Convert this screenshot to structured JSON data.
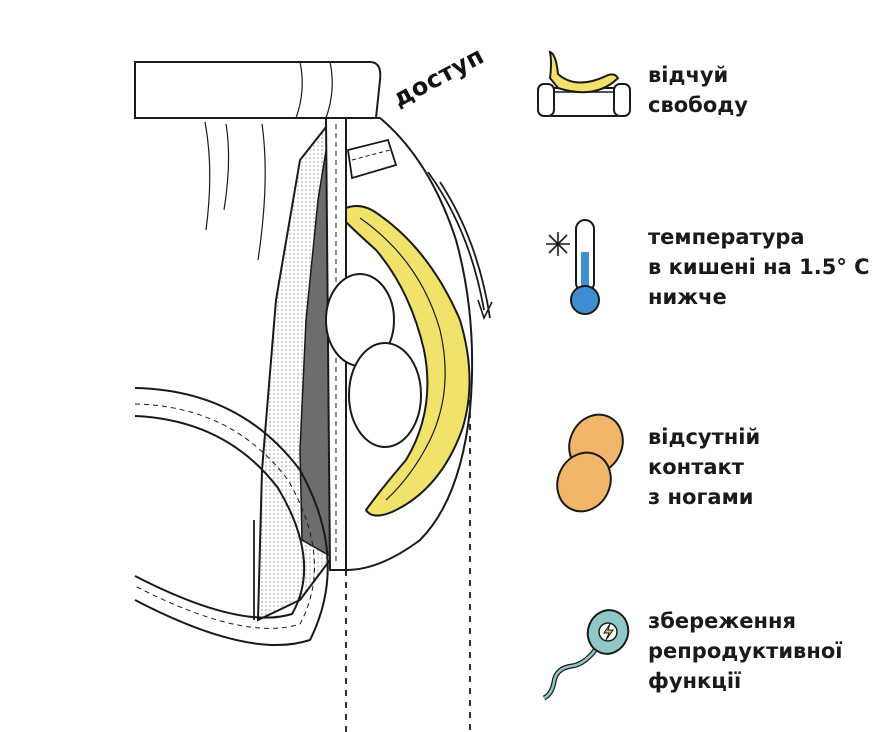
{
  "access_label": "доступ",
  "features": [
    {
      "icon": "banana-sofa-icon",
      "lines": [
        "відчуй",
        "свободу"
      ]
    },
    {
      "icon": "thermometer-snowflake-icon",
      "lines": [
        "температура",
        "в кишені на 1.5° С",
        "нижче"
      ]
    },
    {
      "icon": "eggs-icon",
      "lines": [
        "відсутній",
        "контакт",
        "з ногами"
      ]
    },
    {
      "icon": "sperm-icon",
      "lines": [
        "збереження",
        "репродуктивної",
        "функції"
      ]
    }
  ],
  "colors": {
    "banana": "#f0e26b",
    "line": "#1a1a1a",
    "pocket_grey": "#6d6d6d",
    "thermometer_blue": "#3f8fd0",
    "egg_orange": "#f2b66a",
    "sperm_teal": "#8fc6c8"
  }
}
